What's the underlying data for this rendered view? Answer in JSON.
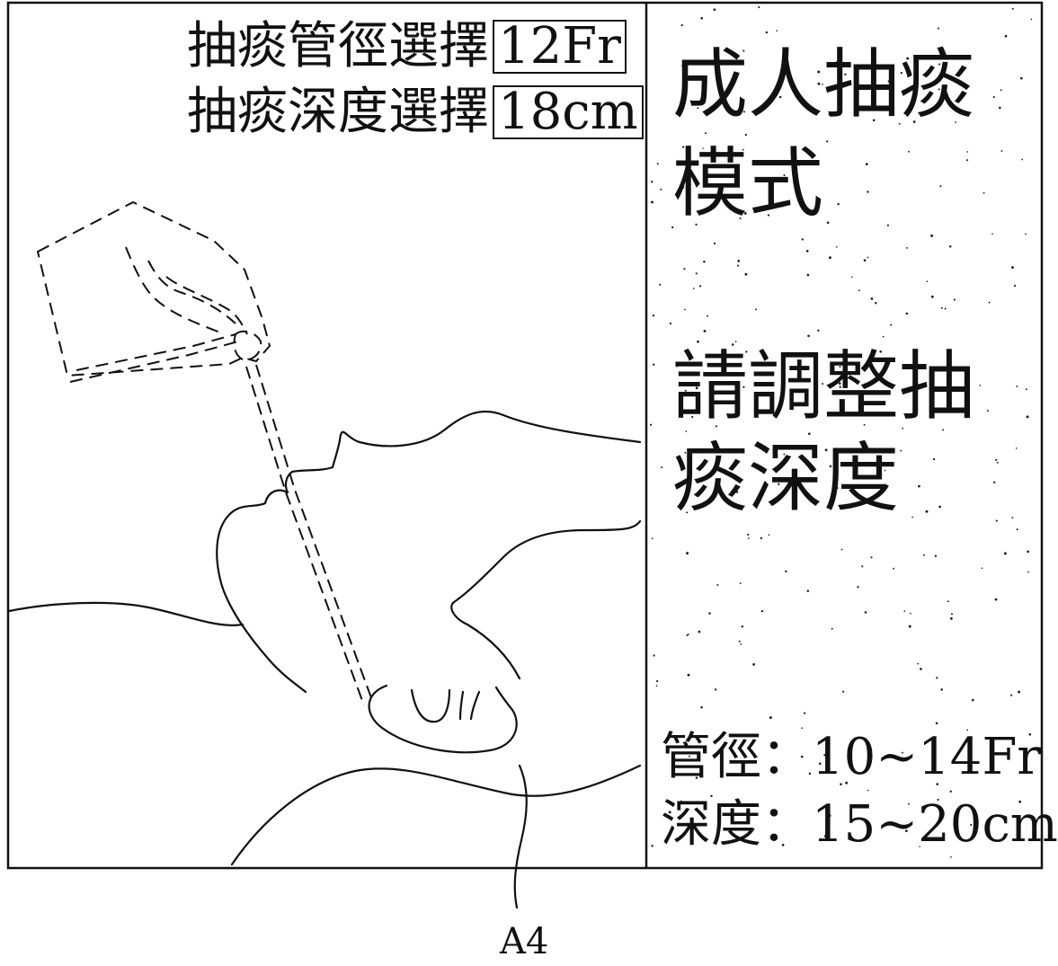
{
  "settings": {
    "diameter_label": "抽痰管徑選擇",
    "diameter_value": "12Fr",
    "depth_label": "抽痰深度選擇",
    "depth_value": "18cm"
  },
  "panel": {
    "mode_line1": "成人抽痰",
    "mode_line2": "模式",
    "instruction_line1": "請調整抽",
    "instruction_line2": "痰深度",
    "range_diameter": "管徑：10~14Fr",
    "range_depth": "深度：15~20cm"
  },
  "reference_label": "A4"
}
